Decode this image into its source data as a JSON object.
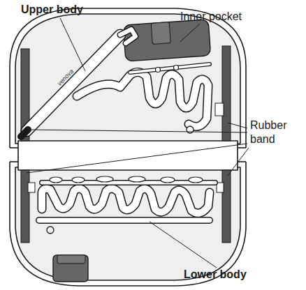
{
  "diagram": {
    "labels": [
      "Upper body",
      "Inner pocket",
      "Rubber band",
      "Lower body",
      "venova"
    ]
  }
}
